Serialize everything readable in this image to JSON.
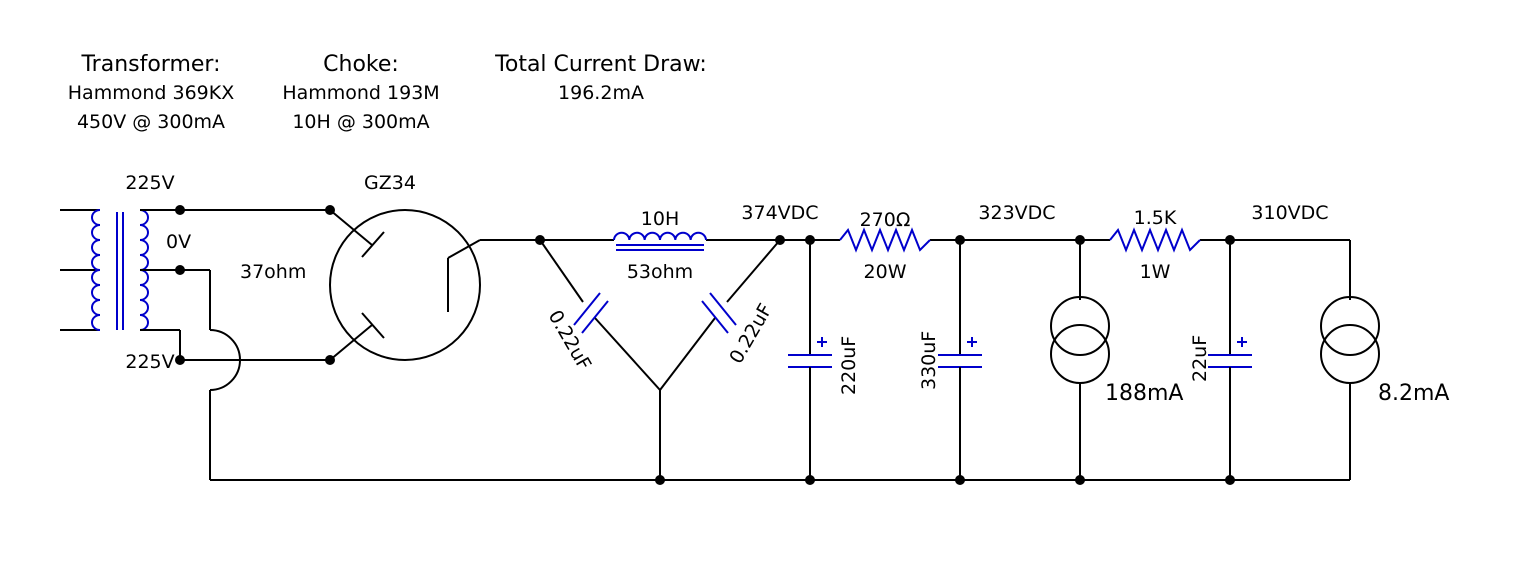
{
  "header": {
    "transformer": {
      "title": "Transformer:",
      "model": "Hammond 369KX",
      "rating": "450V @ 300mA"
    },
    "choke": {
      "title": "Choke:",
      "model": "Hammond 193M",
      "rating": "10H @ 300mA"
    },
    "total": {
      "title": "Total Current Draw:",
      "value": "196.2mA"
    }
  },
  "labels": {
    "tap_top": "225V",
    "tap_center": "0V",
    "tap_bottom": "225V",
    "winding_resistance": "37ohm",
    "rectifier": "GZ34",
    "choke_inductance": "10H",
    "choke_resistance": "53ohm",
    "cap_left": "0.22uF",
    "cap_right": "0.22uF",
    "node1_voltage": "374VDC",
    "res1_value": "270Ω",
    "res1_power": "20W",
    "cap1": "220uF",
    "node2_voltage": "323VDC",
    "cap2": "330uF",
    "load1": "188mA",
    "res2_value": "1.5K",
    "res2_power": "1W",
    "node3_voltage": "310VDC",
    "cap3": "22uF",
    "load2": "8.2mA"
  },
  "colors": {
    "wire": "#000000",
    "component": "#0000cc"
  }
}
